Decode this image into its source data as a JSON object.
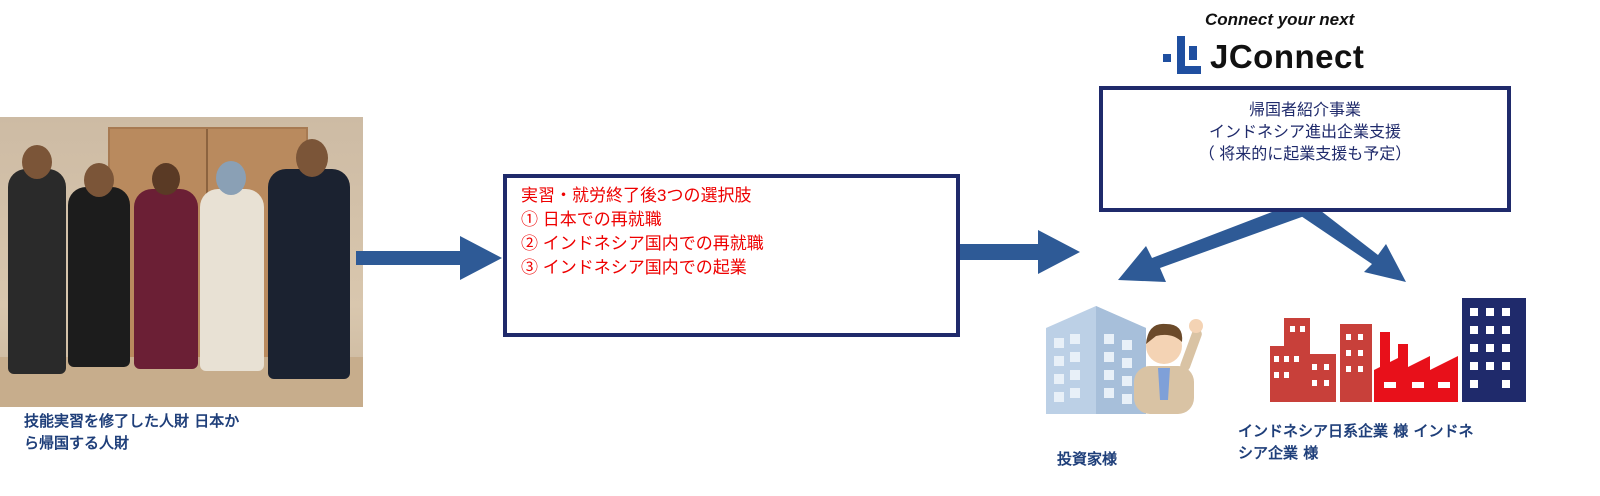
{
  "photo_caption": "技能実習を修了した人財 日本か\n ら帰国する人財",
  "options_box": {
    "lines": [
      "実習・就労終了後3つの選択肢",
      "①  日本での再就職",
      "②  インドネシア国内での再就職",
      "③  インドネシア国内での起業"
    ]
  },
  "logo": {
    "tagline": "Connect your next",
    "name": "JConnect"
  },
  "services_box": {
    "lines": [
      "帰国者紹介事業",
      "インドネシア進出企業支援",
      "（ 将来的に起業支援も予定）"
    ]
  },
  "investors_label": "投資家様",
  "companies_label": "インドネシア日系企業 様 インドネ\n シア企業 様",
  "colors": {
    "arrow": "#2e5a96",
    "box_border": "#1f2a6b",
    "option_text": "#ee0000",
    "caption": "#1f3f7a"
  },
  "icons": [
    "people-photo",
    "investor-building-icon",
    "businessman-icon",
    "company-buildings-icon",
    "factory-icon",
    "jconnect-logo-icon"
  ]
}
